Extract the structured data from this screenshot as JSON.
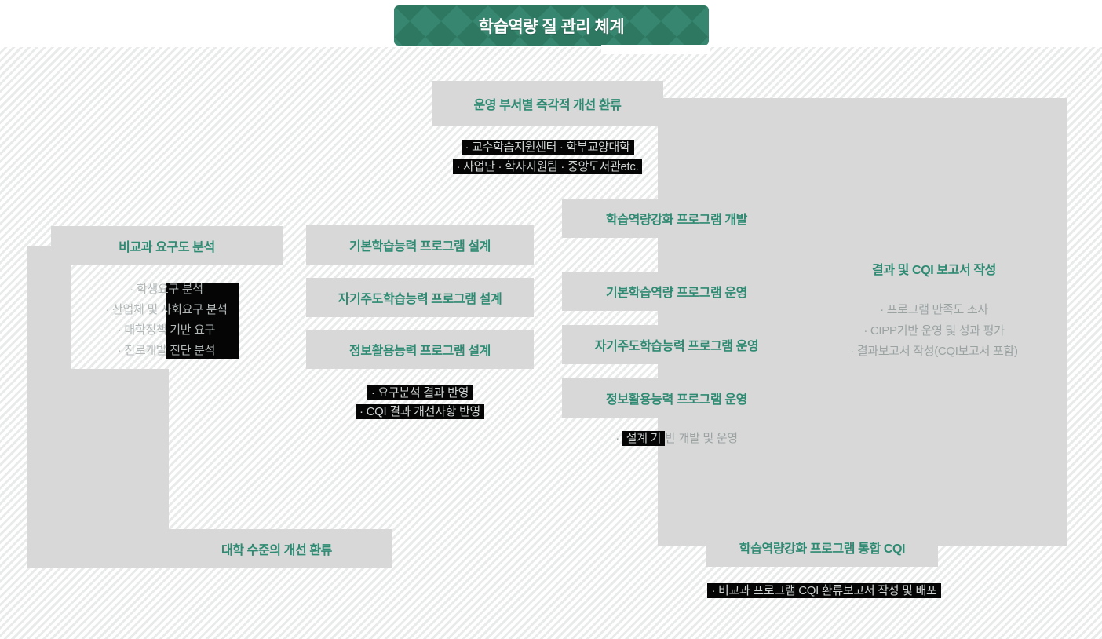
{
  "header": {
    "title": "학습역량 질 관리 체계"
  },
  "ops_feedback": {
    "title": "운영 부서별 즉각적 개선 환류",
    "lines": [
      "· 교수학습지원센터 · 학부교양대학",
      "· 사업단 · 학사지원팀 · 중앙도서관etc."
    ]
  },
  "needs": {
    "title": "비교과 요구도 분석",
    "lines": [
      "· 학생요구 분석",
      "· 산업체 및 사회요구 분석",
      "· 대학정책 기반 요구",
      "· 진로개발 진단 분석"
    ]
  },
  "design": {
    "items": [
      "기본학습능력 프로그램 설계",
      "자기주도학습능력 프로그램 설계",
      "정보활용능력 프로그램 설계"
    ],
    "notes": [
      "· 요구분석 결과 반영",
      "· CQI 결과 개선사항 반영"
    ]
  },
  "develop": {
    "title": "학습역량강화 프로그램 개발"
  },
  "operate": {
    "items": [
      "기본학습역량 프로그램 운영",
      "자기주도학습능력 프로그램 운영",
      "정보활용능력 프로그램 운영"
    ],
    "note_prefix": "· ",
    "note_highlight": "설계 기",
    "note_suffix": "반 개발 및 운영"
  },
  "report": {
    "title": "결과 및 CQI 보고서 작성",
    "lines": [
      "· 프로그램 만족도 조사",
      "· CIPP기반 운영 및 성과 평가",
      "· 결과보고서 작성(CQI보고서 포함)"
    ]
  },
  "univ_feedback": {
    "title": "대학 수준의 개선 환류"
  },
  "integrated_cqi": {
    "title": "학습역량강화 프로그램 통합 CQI",
    "note": "· 비교과 프로그램 CQI 환류보고서 작성 및 배포"
  },
  "colors": {
    "accent": "#2e8a72",
    "panel": "#d8d8d8",
    "highlight": "#000000",
    "badge": "#37866f",
    "stripe": "#e9eaea"
  }
}
